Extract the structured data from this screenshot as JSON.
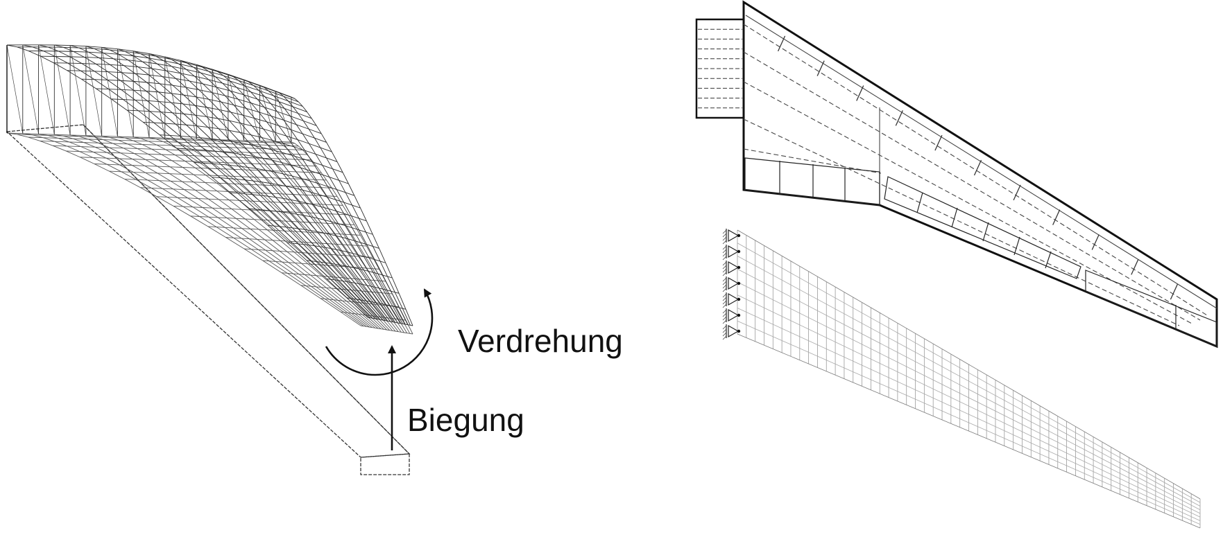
{
  "left_panel": {
    "labels": {
      "torsion": "Verdrehung",
      "bending": "Biegung"
    }
  },
  "right_panel": {
    "support_count": 7
  },
  "colors": {
    "ink": "#111111",
    "mesh": "#333333",
    "light_mesh": "#9a9a9a",
    "background": "#ffffff"
  }
}
